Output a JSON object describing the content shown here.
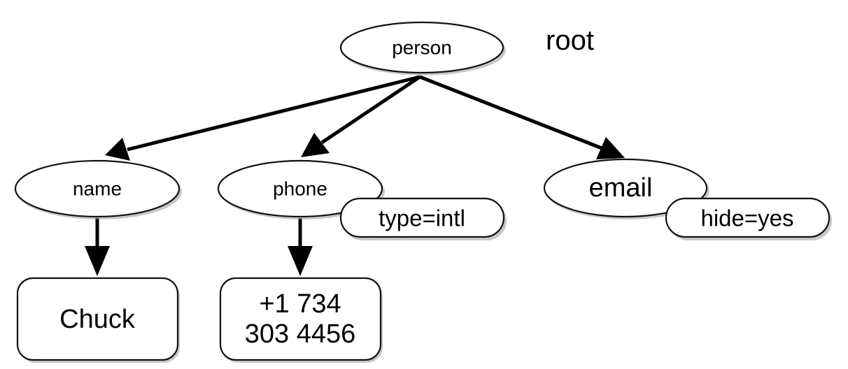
{
  "diagram": {
    "root_label": "root",
    "nodes": {
      "person": "person",
      "name": "name",
      "phone": "phone",
      "email": "email",
      "type_attr": "type=intl",
      "hide_attr": "hide=yes",
      "chuck": "Chuck",
      "phone_value_line1": "+1 734",
      "phone_value_line2": "303 4456"
    }
  }
}
